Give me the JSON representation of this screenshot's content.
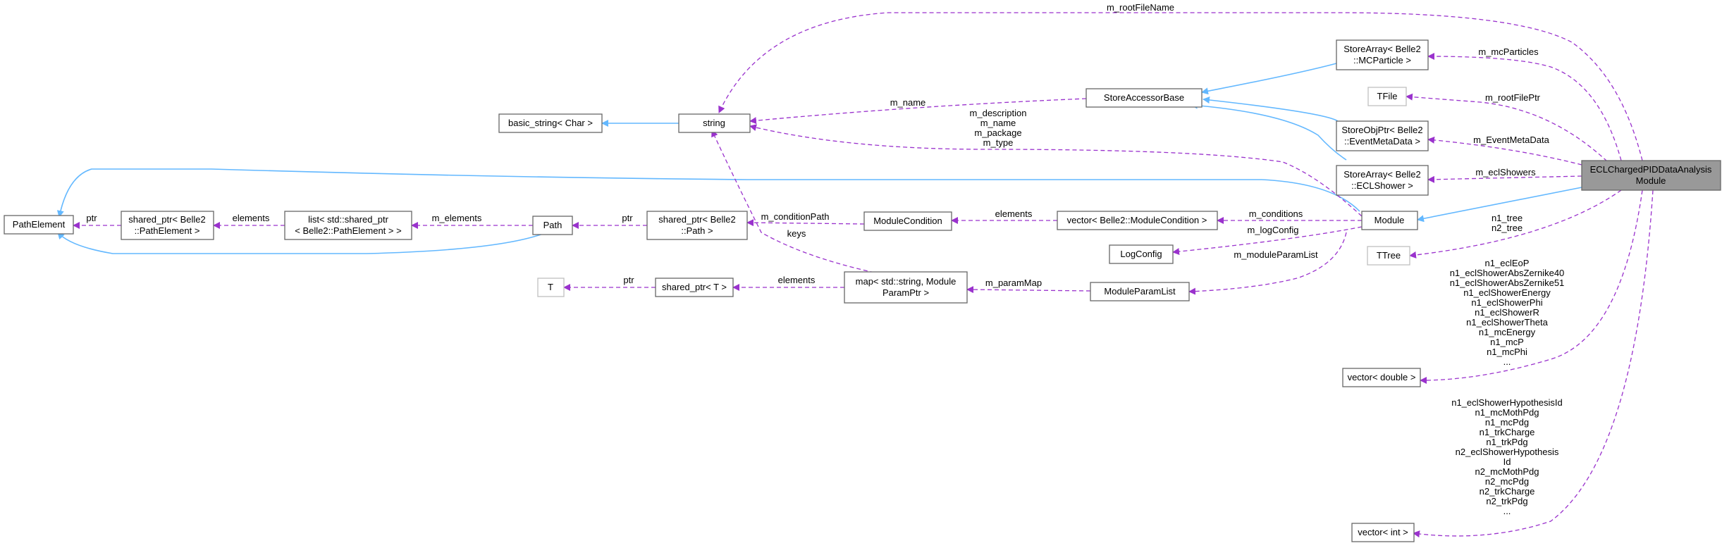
{
  "nodes": {
    "path_element": "PathElement",
    "shared_ptr_path_element": [
      "shared_ptr< Belle2",
      "::PathElement >"
    ],
    "list_shared_ptr": [
      "list< std::shared_ptr",
      "< Belle2::PathElement > >"
    ],
    "path": "Path",
    "basic_string": "basic_string< Char >",
    "string": "string",
    "shared_ptr_path": [
      "shared_ptr< Belle2",
      "::Path >"
    ],
    "t": "T",
    "shared_ptr_t": "shared_ptr< T >",
    "module_condition": "ModuleCondition",
    "map_module_param": [
      "map< std::string, Module",
      "ParamPtr >"
    ],
    "store_accessor_base": "StoreAccessorBase",
    "vector_module_condition": "vector< Belle2::ModuleCondition >",
    "log_config": "LogConfig",
    "module_param_list": "ModuleParamList",
    "module": "Module",
    "store_array_mcparticle": [
      "StoreArray< Belle2",
      "::MCParticle >"
    ],
    "tfile": "TFile",
    "store_obj_ptr": [
      "StoreObjPtr< Belle2",
      "::EventMetaData >"
    ],
    "store_array_eclshower": [
      "StoreArray< Belle2",
      "::ECLShower >"
    ],
    "ttree": "TTree",
    "vector_double": "vector< double >",
    "vector_int": "vector< int >",
    "focus": [
      "ECLChargedPIDDataAnalysis",
      "Module"
    ]
  },
  "edge_labels": {
    "ptr_path_element": "ptr",
    "elements_list": "elements",
    "m_elements": "m_elements",
    "ptr_path": "ptr",
    "m_condition_path": "m_conditionPath",
    "elements_condition": "elements",
    "m_conditions": "m_conditions",
    "m_log_config": "m_logConfig",
    "m_module_param_list": "m_moduleParamList",
    "m_param_map": "m_paramMap",
    "elements_map": "elements",
    "ptr_t": "ptr",
    "keys": "keys",
    "m_name_accessor": "m_name",
    "module_strings": [
      "m_description",
      "m_name",
      "m_package",
      "m_type"
    ],
    "m_root_file_name": "m_rootFileName",
    "m_mc_particles": "m_mcParticles",
    "m_root_file_ptr": "m_rootFilePtr",
    "m_event_meta_data": "m_EventMetaData",
    "m_ecl_showers": "m_eclShowers",
    "trees": [
      "n1_tree",
      "n2_tree"
    ],
    "doubles": [
      "n1_eclEoP",
      "n1_eclShowerAbsZernike40",
      "n1_eclShowerAbsZernike51",
      "n1_eclShowerEnergy",
      "n1_eclShowerPhi",
      "n1_eclShowerR",
      "n1_eclShowerTheta",
      "n1_mcEnergy",
      "n1_mcP",
      "n1_mcPhi",
      "..."
    ],
    "ints": [
      "n1_eclShowerHypothesisId",
      "n1_mcMothPdg",
      "n1_mcPdg",
      "n1_trkCharge",
      "n1_trkPdg",
      "n2_eclShowerHypothesis",
      "Id",
      "n2_mcMothPdg",
      "n2_mcPdg",
      "n2_trkCharge",
      "n2_trkPdg",
      "..."
    ]
  },
  "colors": {
    "inheritance": "#63b8ff",
    "usage": "#9a32cd",
    "focus_fill": "#999999",
    "node_border": "#666666",
    "undocumented_border": "#bfbfbf"
  }
}
